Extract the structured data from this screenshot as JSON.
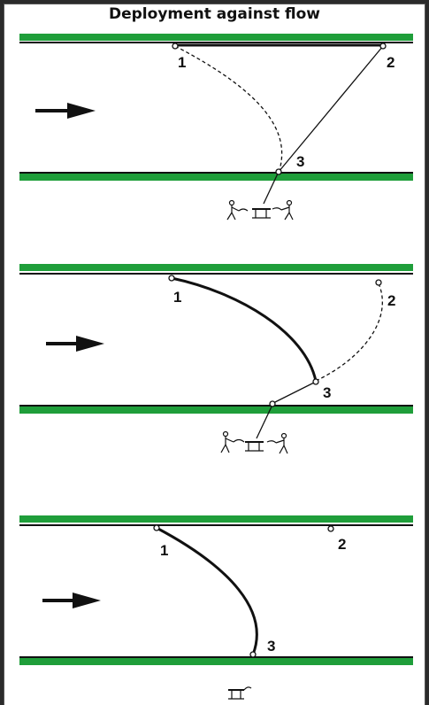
{
  "title": "Deployment against flow",
  "colors": {
    "bank_green": "#1f9e3a",
    "line": "#111111",
    "background": "#ffffff"
  },
  "panels": [
    {
      "labels": {
        "p1": "1",
        "p2": "2",
        "p3": "3"
      }
    },
    {
      "labels": {
        "p1": "1",
        "p2": "2",
        "p3": "3"
      }
    },
    {
      "labels": {
        "p1": "1",
        "p2": "2",
        "p3": "3"
      }
    }
  ]
}
